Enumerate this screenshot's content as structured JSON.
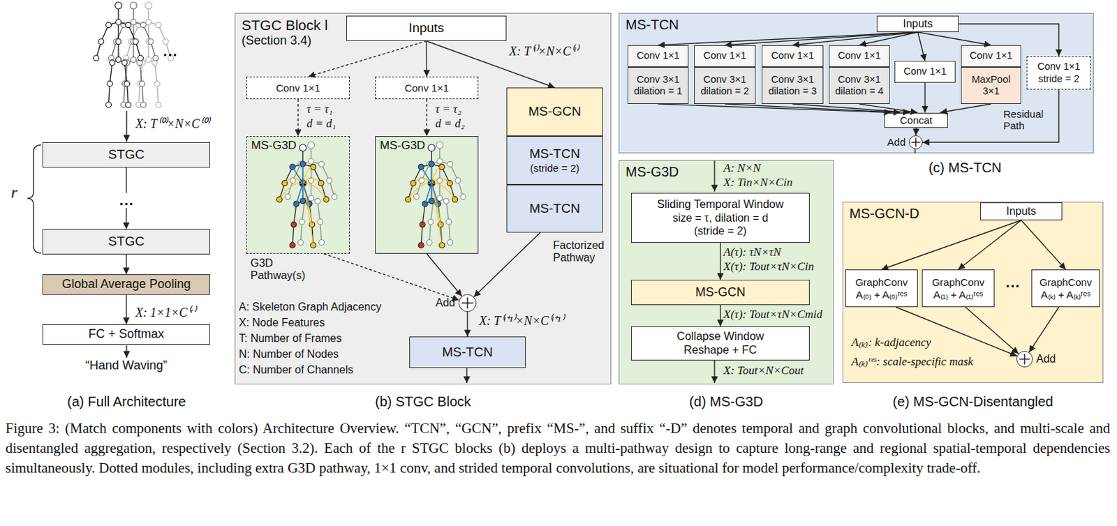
{
  "diagram": {
    "caption": "Figure 3: (Match components with colors) Architecture Overview. “TCN”, “GCN”, prefix “MS-”, and suffix “-D” denotes temporal and graph convolutional blocks, and multi-scale and disentangled aggregation, respectively (Section 3.2). Each of the r STGC blocks (b) deploys a multi-pathway design to capture long-range and regional spatial-temporal dependencies simultaneously. Dotted modules, including extra G3D pathway, 1×1 conv, and strided temporal convolutions, are situational for model performance/complexity trade-off.",
    "nodes": [
      {
        "text": [
          "STGC"
        ]
      },
      {
        "text": [
          "STGC"
        ]
      },
      {
        "text": [
          "Global Average Pooling"
        ]
      },
      {
        "text": [
          "FC + Softmax"
        ]
      },
      {
        "text": [
          "STGC Block l",
          "(Section 3.4)"
        ]
      },
      {
        "text": [
          "Inputs"
        ],
        "in": 4
      },
      {
        "text": [
          "Conv 1×1"
        ],
        "in": 4
      },
      {
        "text": [
          "Conv 1×1"
        ],
        "in": 4
      },
      {
        "text": [
          "MS-G3D"
        ],
        "in": 4
      },
      {
        "text": [
          "MS-G3D"
        ],
        "in": 4
      },
      {
        "text": [
          "MS-GCN"
        ],
        "in": 4
      },
      {
        "text": [
          "MS-TCN",
          "(stride = 2)"
        ],
        "in": 4
      },
      {
        "text": [
          "MS-TCN"
        ],
        "in": 4
      },
      {
        "text": [
          "Add"
        ],
        "in": 4
      },
      {
        "text": [
          "MS-TCN"
        ],
        "in": 4
      },
      {
        "text": [
          "MS-TCN"
        ]
      },
      {
        "text": [
          "Inputs"
        ],
        "in": 15
      },
      {
        "text": [
          "Conv 1×1"
        ],
        "in": 15
      },
      {
        "text": [
          "Conv 3×1",
          "dilation = 1"
        ],
        "in": 15
      },
      {
        "text": [
          "Conv 1×1"
        ],
        "in": 15
      },
      {
        "text": [
          "Conv 3×1",
          "dilation = 2"
        ],
        "in": 15
      },
      {
        "text": [
          "Conv 1×1"
        ],
        "in": 15
      },
      {
        "text": [
          "Conv 3×1",
          "dilation = 3"
        ],
        "in": 15
      },
      {
        "text": [
          "Conv 1×1"
        ],
        "in": 15
      },
      {
        "text": [
          "Conv 3×1",
          "dilation = 4"
        ],
        "in": 15
      },
      {
        "text": [
          "Conv 1×1"
        ],
        "in": 15
      },
      {
        "text": [
          "Conv 1×1"
        ],
        "in": 15
      },
      {
        "text": [
          "MaxPool",
          "3×1"
        ],
        "in": 15
      },
      {
        "text": [
          "Conv 1×1",
          "stride = 2"
        ],
        "in": 15
      },
      {
        "text": [
          "Concat"
        ],
        "in": 15
      },
      {
        "text": [
          "Add"
        ],
        "in": 15
      },
      {
        "text": [
          "MS-G3D"
        ]
      },
      {
        "text": [
          "Sliding Temporal Window",
          "size = τ, dilation = d",
          "(stride = 2)"
        ],
        "in": 31
      },
      {
        "text": [
          "MS-GCN"
        ],
        "in": 31
      },
      {
        "text": [
          "Collapse Window",
          "Reshape + FC"
        ],
        "in": 31
      },
      {
        "text": [
          "MS-GCN-D"
        ]
      },
      {
        "text": [
          "Inputs"
        ],
        "in": 35
      },
      {
        "text": [
          "GraphConv",
          "A₍₀₎ + A₍₀₎ʳᵉˢ"
        ],
        "in": 35
      },
      {
        "text": [
          "GraphConv",
          "A₍₁₎ + A₍₁₎ʳᵉˢ"
        ],
        "in": 35
      },
      {
        "text": [
          "GraphConv",
          "A₍ₖ₎ + A₍ₖ₎ʳᵉˢ"
        ],
        "in": 35
      },
      {
        "text": [
          "Add"
        ],
        "in": 35
      }
    ],
    "edges": [
      {
        "from": 0,
        "to": 1,
        "arrow": "to"
      },
      {
        "from": 1,
        "to": 2,
        "arrow": "to"
      },
      {
        "from": 2,
        "to": 3,
        "arrow": "to"
      },
      {
        "from": 5,
        "to": 6,
        "arrow": "to"
      },
      {
        "from": 5,
        "to": 7,
        "arrow": "to"
      },
      {
        "from": 5,
        "to": 10,
        "arrow": "to"
      },
      {
        "from": 6,
        "to": 8,
        "arrow": "to"
      },
      {
        "from": 7,
        "to": 9,
        "arrow": "to"
      },
      {
        "from": 8,
        "to": 13,
        "arrow": "to"
      },
      {
        "from": 9,
        "to": 13,
        "arrow": "to"
      },
      {
        "from": 12,
        "to": 13,
        "arrow": "to"
      },
      {
        "from": 13,
        "to": 14,
        "arrow": "to"
      },
      {
        "from": 16,
        "to": 17,
        "arrow": "to"
      },
      {
        "from": 16,
        "to": 19,
        "arrow": "to"
      },
      {
        "from": 16,
        "to": 21,
        "arrow": "to"
      },
      {
        "from": 16,
        "to": 23,
        "arrow": "to"
      },
      {
        "from": 16,
        "to": 25,
        "arrow": "to"
      },
      {
        "from": 16,
        "to": 26,
        "arrow": "to"
      },
      {
        "from": 16,
        "to": 28,
        "arrow": "to"
      },
      {
        "from": 18,
        "to": 29,
        "arrow": "to"
      },
      {
        "from": 20,
        "to": 29,
        "arrow": "to"
      },
      {
        "from": 22,
        "to": 29,
        "arrow": "to"
      },
      {
        "from": 24,
        "to": 29,
        "arrow": "to"
      },
      {
        "from": 25,
        "to": 29,
        "arrow": "to"
      },
      {
        "from": 27,
        "to": 29,
        "arrow": "to"
      },
      {
        "from": 29,
        "to": 30,
        "arrow": "to"
      },
      {
        "from": 28,
        "to": 30,
        "arrow": "to"
      },
      {
        "from": 32,
        "to": 33,
        "arrow": "to"
      },
      {
        "from": 33,
        "to": 34,
        "arrow": "to"
      },
      {
        "from": 36,
        "to": 37,
        "arrow": "to"
      },
      {
        "from": 36,
        "to": 38,
        "arrow": "to"
      },
      {
        "from": 36,
        "to": 39,
        "arrow": "to"
      },
      {
        "from": 37,
        "to": 40,
        "arrow": "to"
      },
      {
        "from": 38,
        "to": 40,
        "arrow": "to"
      },
      {
        "from": 39,
        "to": 40,
        "arrow": "to"
      }
    ],
    "labels": [
      "...",
      "X: T⁽⁰⁾×N×C⁽⁰⁾",
      "r",
      "...",
      "X: 1×1×C⁽ʳ⁾",
      "“Hand Waving”",
      "(a) Full Architecture",
      "X: T⁽ˡ⁾×N×C⁽ˡ⁾",
      "τ = τ₁",
      "d = d₁",
      "τ = τ₂",
      "d = d₂",
      "G3D Pathway(s)",
      "Factorized Pathway",
      "A: Skeleton Graph Adjacency",
      "X: Node Features",
      "T: Number of Frames",
      "N: Number of Nodes",
      "C: Number of Channels",
      "X: T⁽ˡ⁺¹⁾×N×C⁽ˡ⁺¹⁾",
      "(b) STGC Block",
      "Residual Path",
      "(c) MS-TCN",
      "A: N×N",
      "X: Tin×N×Cin",
      "A(τ): τN×τN",
      "X(τ): Tout×τN×Cin",
      "X(τ): Tout×τN×Cmid",
      "X: Tout×N×Cout",
      "(d) MS-G3D",
      "...",
      "A₍ₖ₎: k-adjacency",
      "A₍ₖ₎ʳᵉˢ: scale-specific mask",
      "(e) MS-GCN-Disentangled"
    ]
  }
}
